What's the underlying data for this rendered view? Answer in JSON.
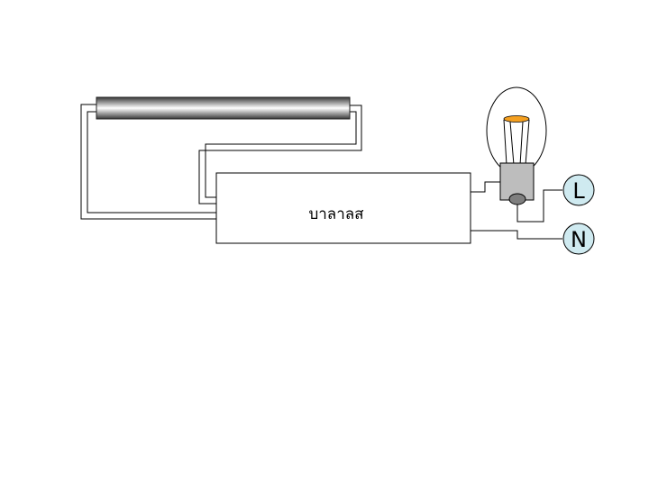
{
  "ballast": {
    "label": "บาลาลส"
  },
  "terminals": {
    "live": {
      "label": "L"
    },
    "neutral": {
      "label": "N"
    }
  },
  "colors": {
    "background": "#ffffff",
    "wire": "#000000",
    "ballast_fill": "#ffffff",
    "terminal_fill": "#cfeaf0",
    "lamp_socket": "#bdbdbd",
    "lamp_contact": "#7f7f7f",
    "filament_cap": "#f5a020"
  }
}
